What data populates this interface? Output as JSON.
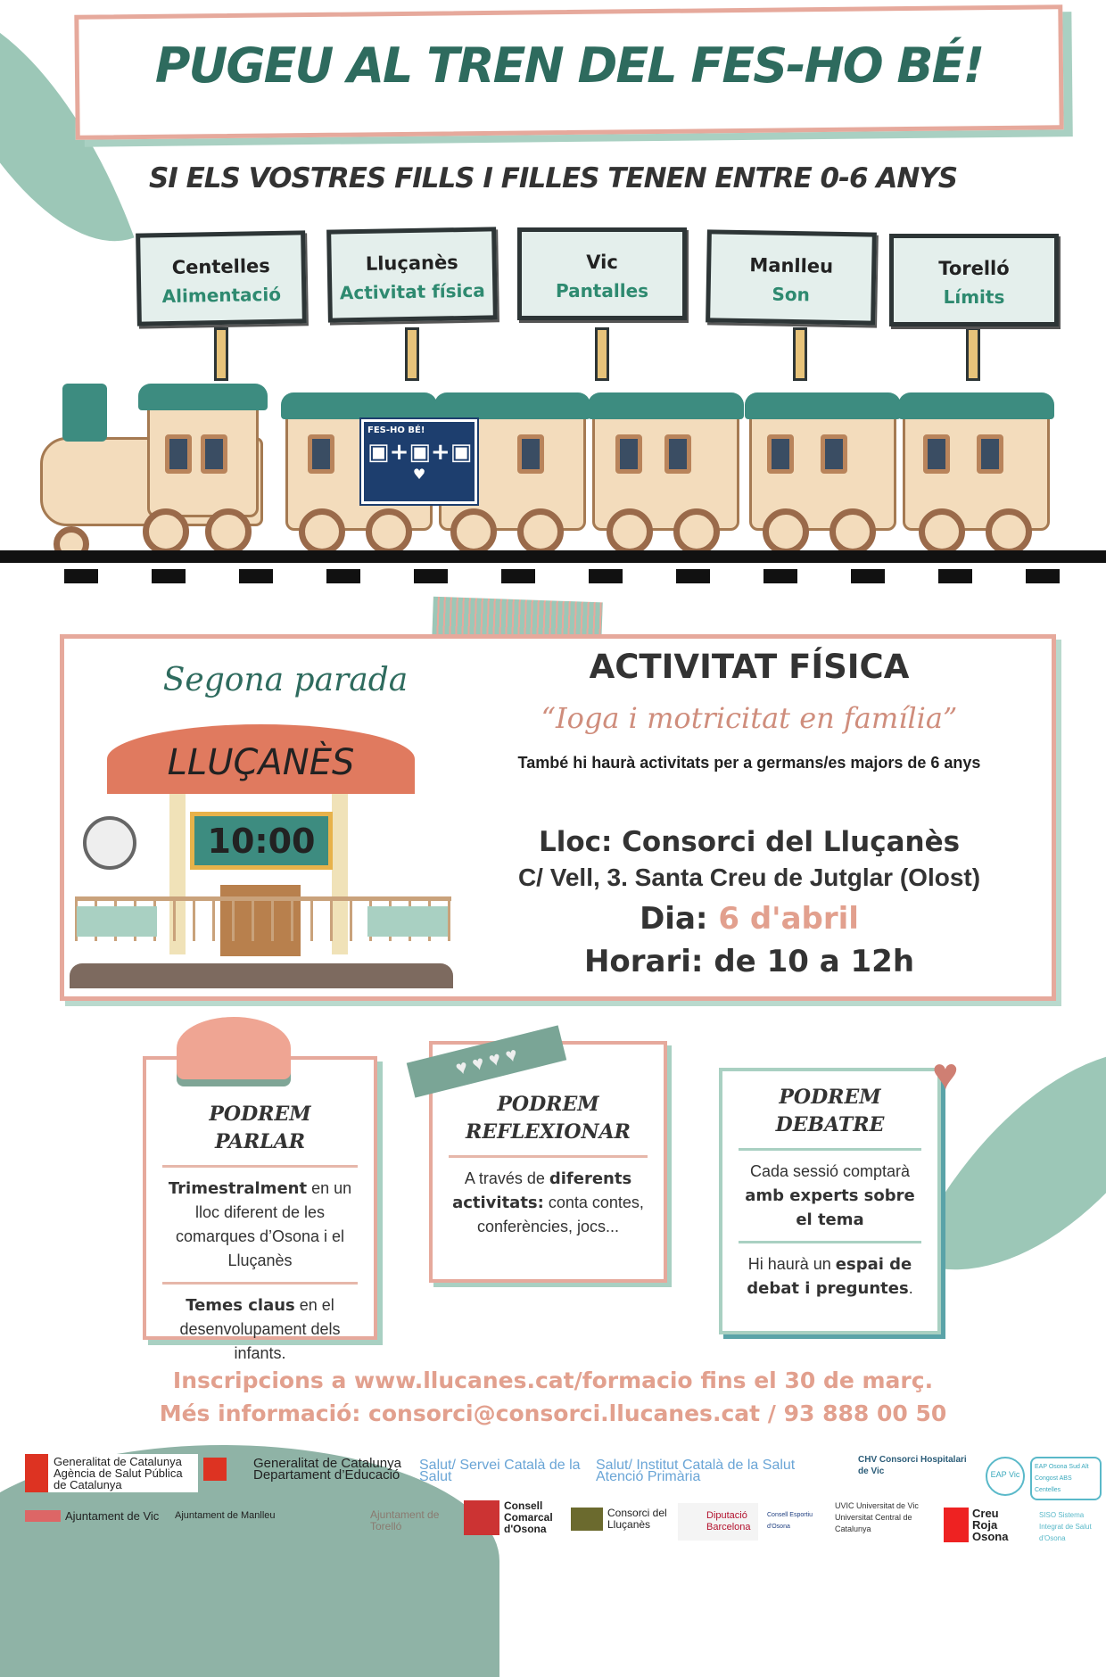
{
  "header": {
    "title": "PUGEU AL TREN DEL FES-HO BÉ!",
    "subtitle": "SI ELS VOSTRES FILLS I FILLES TENEN ENTRE 0-6 ANYS"
  },
  "signs": [
    {
      "town": "Centelles",
      "topic": "Alimentació"
    },
    {
      "town": "Lluçanès",
      "topic": "Activitat física"
    },
    {
      "town": "Vic",
      "topic": "Pantalles"
    },
    {
      "town": "Manlleu",
      "topic": "Son"
    },
    {
      "town": "Torelló",
      "topic": "Límits"
    }
  ],
  "badge": {
    "label": "FES-HO BÉ!"
  },
  "stop": {
    "label": "Segona parada",
    "station": "LLUÇANÈS",
    "time": "10:00"
  },
  "event": {
    "heading": "ACTIVITAT FÍSICA",
    "quote": "“Ioga i motricitat en família”",
    "note": "També hi haurà activitats per a germans/es majors de 6 anys",
    "place": "Lloc: Consorci del Lluçanès",
    "address": "C/ Vell, 3. Santa Creu de Jutglar (Olost)",
    "day_label": "Dia:",
    "day_value": "6 d'abril",
    "hours": "Horari: de 10 a 12h"
  },
  "cards": [
    {
      "title": "PODREM PARLAR",
      "p1b": "Trimestralment",
      "p1": " en un lloc diferent de les comarques d’Osona i el Lluçanès",
      "p2b": "Temes claus",
      "p2": " en el desenvolupament dels infants."
    },
    {
      "title1": "PODREM",
      "title2": "REFLEXIONAR",
      "p1a": "A través de ",
      "p1b": "diferents activitats:",
      "p1": " conta contes, conferències, jocs..."
    },
    {
      "title1": "PODREM",
      "title2": "DEBATRE",
      "p1a": "Cada sessió comptarà ",
      "p1b": "amb experts sobre el tema",
      "p2a": "Hi haurà un ",
      "p2b": "espai de debat i preguntes",
      "p2": "."
    }
  ],
  "footer": {
    "line1": "Inscripcions a www.llucanes.cat/formacio fins el 30 de març.",
    "line2": "Més informació: consorci@consorci.llucanes.cat / 93 888 00 50"
  },
  "logos": [
    "Generalitat de Catalunya Agència de Salut Pública de Catalunya",
    "Generalitat de Catalunya Departament d’Educació",
    "Salut/ Servei Català de la Salut",
    "Salut/ Institut Català de la Salut Atenció Primària",
    "CHV Consorci Hospitalari de Vic",
    "EAP Vic",
    "EAP Osona Sud Alt Congost ABS Centelles",
    "Ajuntament de Vic",
    "Ajuntament de Manlleu",
    "Ajuntament de Torelló",
    "Consell Comarcal d'Osona",
    "Consorci del Lluçanès",
    "Diputació Barcelona",
    "Consell Esportiu d'Osona",
    "UVIC Universitat de Vic Universitat Central de Catalunya",
    "Creu Roja Osona",
    "SISO Sistema Integrat de Salut d'Osona"
  ],
  "colors": {
    "green": "#2e6b5e",
    "pink": "#e6a99c",
    "mint": "#9cc7b7",
    "salmon": "#e2a08e"
  }
}
